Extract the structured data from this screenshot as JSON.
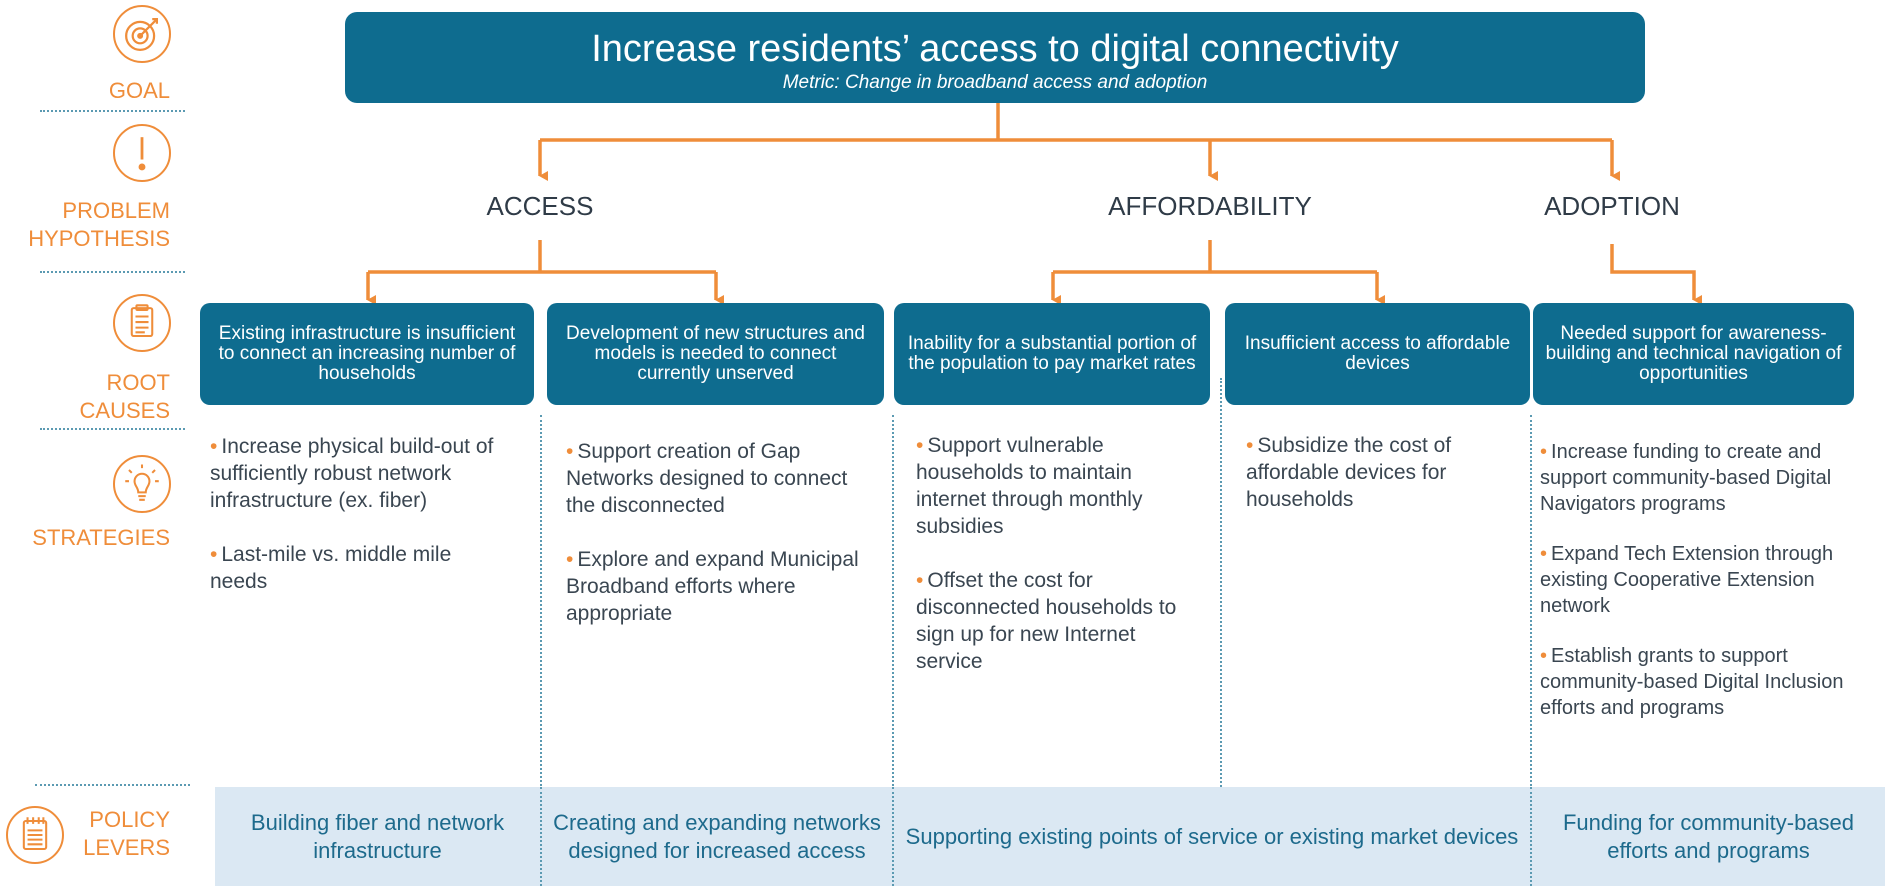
{
  "legend": {
    "goal": "GOAL",
    "problem": [
      "PROBLEM",
      "HYPOTHESIS"
    ],
    "root": [
      "ROOT",
      "CAUSES"
    ],
    "strategies": "STRATEGIES",
    "policy": [
      "POLICY",
      "LEVERS"
    ]
  },
  "goal": {
    "title": "Increase residents’ access to digital connectivity",
    "metric": "Metric: Change in broadband access and adoption"
  },
  "categories": [
    "ACCESS",
    "AFFORDABILITY",
    "ADOPTION"
  ],
  "root_causes": [
    "Existing infrastructure is insufficient to connect an increasing number of households",
    "Development of new structures and models is needed to connect currently unserved",
    "Inability for a substantial portion of the population to pay market rates",
    "Insufficient access to affordable devices",
    "Needed support for awareness-building and technical navigation of opportunities"
  ],
  "strategies": [
    [
      "Increase physical build-out of sufficiently robust network infrastructure (ex. fiber)",
      "Last-mile vs. middle mile needs"
    ],
    [
      "Support creation of Gap Networks designed to connect the disconnected",
      "Explore and expand Municipal Broadband efforts where appropriate"
    ],
    [
      "Support vulnerable households to maintain internet through monthly subsidies",
      "Offset the cost for disconnected households to sign up for new Internet service"
    ],
    [
      "Subsidize the cost of affordable devices for households"
    ],
    [
      "Increase funding to create and support community-based Digital Navigators programs",
      "Expand Tech Extension through existing Cooperative Extension network",
      "Establish grants to support community-based Digital Inclusion efforts and programs"
    ]
  ],
  "policy_levers": [
    "Building fiber and network infrastructure",
    "Creating and expanding networks designed for increased access",
    "Supporting existing points of service or existing market devices",
    "Funding for community-based efforts and programs"
  ],
  "colors": {
    "primary": "#0e6c8f",
    "accent": "#ef8d3a",
    "band": "#dbe8f3"
  },
  "icons": [
    "target-icon",
    "exclamation-icon",
    "clipboard-icon",
    "lightbulb-icon",
    "notepad-icon"
  ]
}
